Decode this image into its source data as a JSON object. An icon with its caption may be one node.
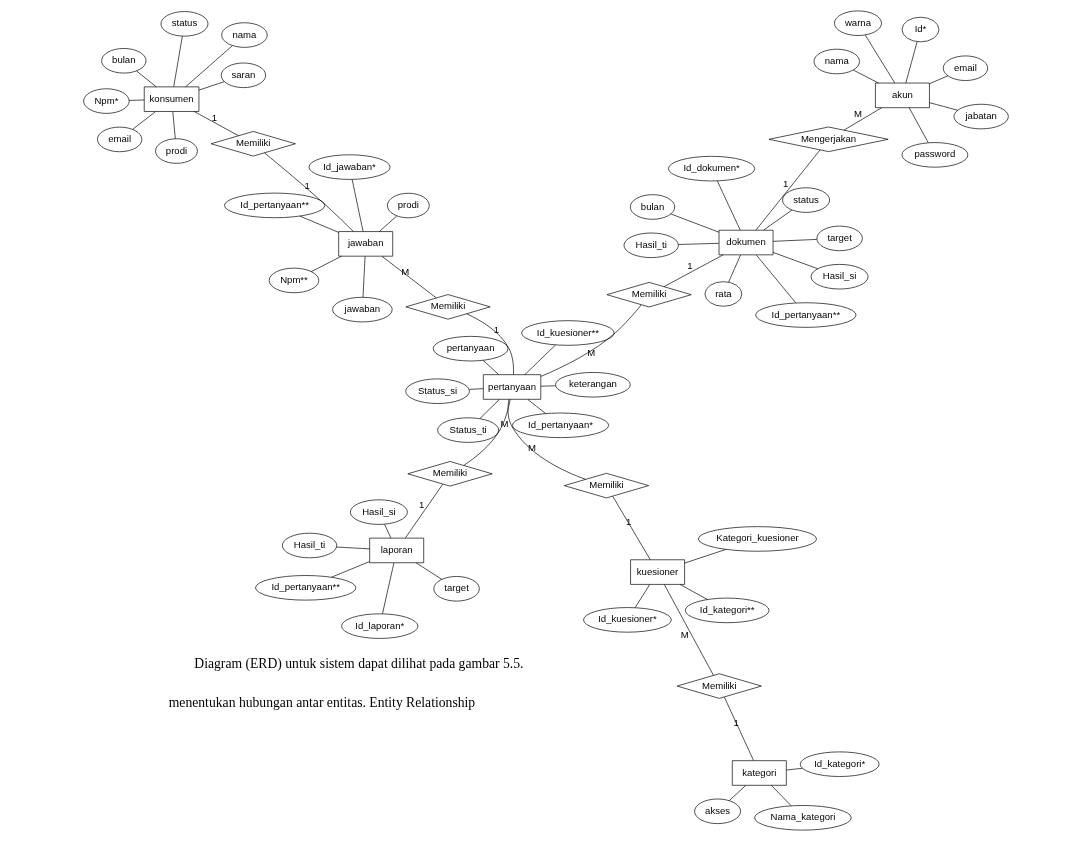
{
  "diagram": {
    "nodes": [
      {
        "text": [
          "Id_laporan*"
        ]
      },
      {
        "text": [
          "Hasil_si"
        ]
      },
      {
        "text": [
          "target"
        ]
      },
      {
        "text": [
          "Hasil_ti"
        ]
      },
      {
        "text": [
          "Id_pertanyaan**"
        ]
      },
      {
        "text": [
          "laporan"
        ]
      },
      {
        "text": [
          "Memiliki"
        ]
      },
      {
        "text": [
          "Id_kategori*"
        ]
      },
      {
        "text": [
          "Nama_kategori"
        ]
      },
      {
        "text": [
          "akses"
        ]
      },
      {
        "text": [
          "Id_kuesioner*"
        ]
      },
      {
        "text": [
          "Id_kategori**"
        ]
      },
      {
        "text": [
          "Kategori_kuesioner"
        ]
      },
      {
        "text": [
          "Id_pertanyaan*"
        ]
      },
      {
        "text": [
          "keterangan"
        ]
      },
      {
        "text": [
          "Id_kuesioner**"
        ]
      },
      {
        "text": [
          "Status_si"
        ]
      },
      {
        "text": [
          "pertanyaan"
        ]
      },
      {
        "text": [
          "Status_ti"
        ]
      },
      {
        "text": [
          "Npm**"
        ]
      },
      {
        "text": [
          "Id_jawaban*"
        ]
      },
      {
        "text": [
          "prodi"
        ]
      },
      {
        "text": [
          "Id_pertanyaan**"
        ]
      },
      {
        "text": [
          "jawaban"
        ]
      },
      {
        "text": [
          "kategori"
        ]
      },
      {
        "text": [
          "Memiliki"
        ]
      },
      {
        "text": [
          "kuesioner"
        ]
      },
      {
        "text": [
          "Memiliki"
        ]
      },
      {
        "text": [
          "pertanyaan"
        ]
      },
      {
        "text": [
          "Memiliki"
        ]
      },
      {
        "text": [
          "jawaban"
        ]
      },
      {
        "text": [
          "akun"
        ]
      },
      {
        "text": [
          "Mengerjakan"
        ]
      },
      {
        "text": [
          "dokumen"
        ]
      },
      {
        "text": [
          "Memiliki"
        ]
      },
      {
        "text": [
          "Memiliki"
        ]
      },
      {
        "text": [
          "Id_dokumen*"
        ]
      },
      {
        "text": [
          "bulan"
        ]
      },
      {
        "text": [
          "Id*"
        ]
      },
      {
        "text": [
          "warna"
        ]
      },
      {
        "text": [
          "nama"
        ]
      },
      {
        "text": [
          "email"
        ]
      },
      {
        "text": [
          "Id_pertanyaan**"
        ]
      },
      {
        "text": [
          "rata"
        ]
      },
      {
        "text": [
          "jabatan"
        ]
      },
      {
        "text": [
          "password"
        ]
      },
      {
        "text": [
          "target"
        ]
      },
      {
        "text": [
          "Hasil_si"
        ]
      },
      {
        "text": [
          "Hasil_ti"
        ]
      },
      {
        "text": [
          "status"
        ]
      },
      {
        "text": [
          "konsumen"
        ]
      },
      {
        "text": [
          "status"
        ]
      },
      {
        "text": [
          "nama"
        ]
      },
      {
        "text": [
          "prodi"
        ]
      },
      {
        "text": [
          "email"
        ]
      },
      {
        "text": [
          "bulan"
        ]
      },
      {
        "text": [
          "saran"
        ]
      },
      {
        "text": [
          "Npm*"
        ]
      }
    ],
    "edges": [
      {
        "from": 0,
        "to": 5,
        "arrow": "none"
      },
      {
        "from": 1,
        "to": 5,
        "arrow": "none"
      },
      {
        "from": 2,
        "to": 5,
        "arrow": "none"
      },
      {
        "from": 3,
        "to": 5,
        "arrow": "none"
      },
      {
        "from": 4,
        "to": 5,
        "arrow": "none"
      },
      {
        "from": 5,
        "to": 6,
        "arrow": "none",
        "label": "1"
      },
      {
        "from": 6,
        "to": 28,
        "arrow": "none",
        "label": "M"
      },
      {
        "from": 7,
        "to": 24,
        "arrow": "none"
      },
      {
        "from": 8,
        "to": 24,
        "arrow": "none"
      },
      {
        "from": 9,
        "to": 24,
        "arrow": "none"
      },
      {
        "from": 10,
        "to": 26,
        "arrow": "none"
      },
      {
        "from": 11,
        "to": 26,
        "arrow": "none"
      },
      {
        "from": 12,
        "to": 26,
        "arrow": "none"
      },
      {
        "from": 13,
        "to": 28,
        "arrow": "none"
      },
      {
        "from": 14,
        "to": 28,
        "arrow": "none"
      },
      {
        "from": 15,
        "to": 28,
        "arrow": "none"
      },
      {
        "from": 16,
        "to": 28,
        "arrow": "none"
      },
      {
        "from": 17,
        "to": 28,
        "arrow": "none"
      },
      {
        "from": 18,
        "to": 28,
        "arrow": "none"
      },
      {
        "from": 19,
        "to": 30,
        "arrow": "none"
      },
      {
        "from": 20,
        "to": 30,
        "arrow": "none"
      },
      {
        "from": 21,
        "to": 30,
        "arrow": "none"
      },
      {
        "from": 22,
        "to": 30,
        "arrow": "none"
      },
      {
        "from": 23,
        "to": 30,
        "arrow": "none"
      },
      {
        "from": 24,
        "to": 25,
        "arrow": "none",
        "label": "1"
      },
      {
        "from": 25,
        "to": 26,
        "arrow": "none",
        "label": "M"
      },
      {
        "from": 26,
        "to": 27,
        "arrow": "none",
        "label": "1"
      },
      {
        "from": 27,
        "to": 28,
        "arrow": "none",
        "label": "M"
      },
      {
        "from": 28,
        "to": 29,
        "arrow": "none",
        "label": "1"
      },
      {
        "from": 29,
        "to": 30,
        "arrow": "none",
        "label": "M"
      },
      {
        "from": 28,
        "to": 34,
        "arrow": "none",
        "label": "M"
      },
      {
        "from": 34,
        "to": 33,
        "arrow": "none",
        "label": "1"
      },
      {
        "from": 31,
        "to": 32,
        "arrow": "none",
        "label": "M"
      },
      {
        "from": 32,
        "to": 33,
        "arrow": "none",
        "label": "1"
      },
      {
        "from": 30,
        "to": 35,
        "arrow": "none",
        "label": "1"
      },
      {
        "from": 35,
        "to": 50,
        "arrow": "none",
        "label": "1"
      },
      {
        "from": 31,
        "to": 38,
        "arrow": "none"
      },
      {
        "from": 31,
        "to": 39,
        "arrow": "none"
      },
      {
        "from": 31,
        "to": 40,
        "arrow": "none"
      },
      {
        "from": 31,
        "to": 41,
        "arrow": "none"
      },
      {
        "from": 31,
        "to": 44,
        "arrow": "none"
      },
      {
        "from": 31,
        "to": 45,
        "arrow": "none"
      },
      {
        "from": 33,
        "to": 36,
        "arrow": "none"
      },
      {
        "from": 33,
        "to": 37,
        "arrow": "none"
      },
      {
        "from": 33,
        "to": 42,
        "arrow": "none"
      },
      {
        "from": 33,
        "to": 43,
        "arrow": "none"
      },
      {
        "from": 33,
        "to": 46,
        "arrow": "none"
      },
      {
        "from": 33,
        "to": 47,
        "arrow": "none"
      },
      {
        "from": 33,
        "to": 48,
        "arrow": "none"
      },
      {
        "from": 33,
        "to": 49,
        "arrow": "none"
      },
      {
        "from": 50,
        "to": 51,
        "arrow": "none"
      },
      {
        "from": 50,
        "to": 52,
        "arrow": "none"
      },
      {
        "from": 50,
        "to": 53,
        "arrow": "none"
      },
      {
        "from": 50,
        "to": 54,
        "arrow": "none"
      },
      {
        "from": 50,
        "to": 55,
        "arrow": "none"
      },
      {
        "from": 50,
        "to": 56,
        "arrow": "none"
      },
      {
        "from": 50,
        "to": 57,
        "arrow": "none"
      }
    ],
    "labels": [
      "menentukan hubungan antar entitas. Entity Relationship",
      "Diagram (ERD) untuk sistem dapat dilihat pada gambar 5.5."
    ]
  }
}
